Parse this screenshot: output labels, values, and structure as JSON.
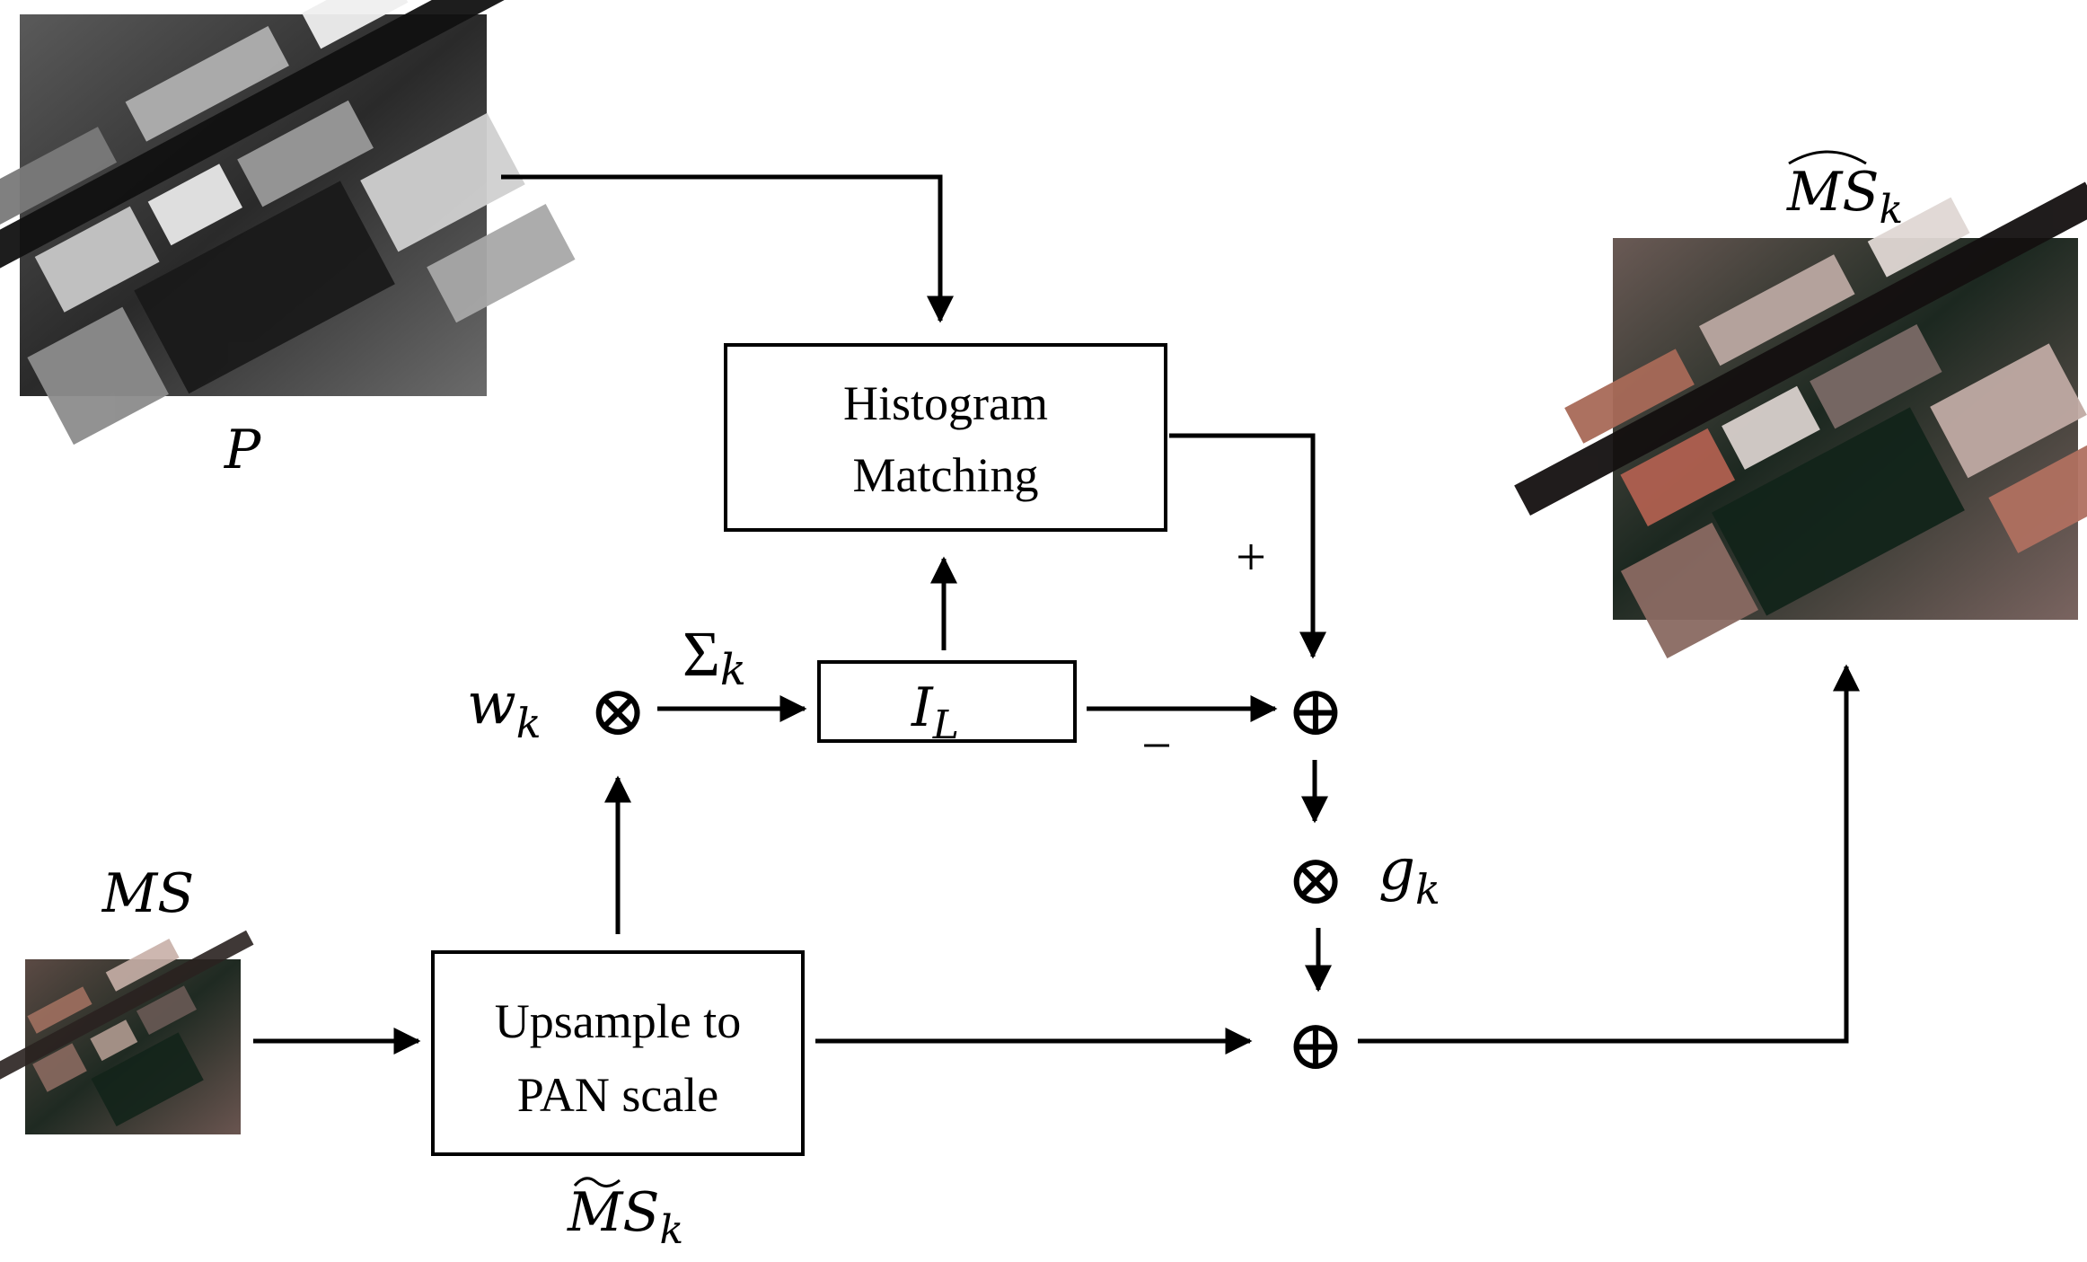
{
  "colors": {
    "stroke": "#000000",
    "background": "#ffffff",
    "pan_image_tone": "grayscale",
    "ms_image_tone": "rgb"
  },
  "images": {
    "pan": {
      "label": "P",
      "icon": "panchromatic-aerial-image"
    },
    "ms": {
      "label": "MS",
      "icon": "multispectral-aerial-image-low-res"
    },
    "output": {
      "label_base": "MS",
      "label_sub": "k",
      "label_accent": "wide-hat",
      "icon": "fused-aerial-image"
    }
  },
  "blocks": {
    "histogram": {
      "line1": "Histogram",
      "line2": "Matching"
    },
    "intensity": {
      "label_base": "I",
      "label_sub": "L"
    },
    "upsample": {
      "line1": "Upsample to",
      "line2": "PAN scale"
    },
    "upsample_output": {
      "label_base": "MS",
      "label_sub": "k",
      "label_accent": "wide-tilde"
    }
  },
  "operators": {
    "weight_multiply": {
      "symbol": "⊗",
      "label_base": "w",
      "label_sub": "k"
    },
    "sum": {
      "symbol": "Σ",
      "label_sub": "k"
    },
    "difference_add": {
      "symbol": "⊕",
      "plus_sign": "+",
      "minus_sign": "−"
    },
    "gain_multiply": {
      "symbol": "⊗",
      "label_base": "g",
      "label_sub": "k"
    },
    "final_add": {
      "symbol": "⊕"
    }
  }
}
